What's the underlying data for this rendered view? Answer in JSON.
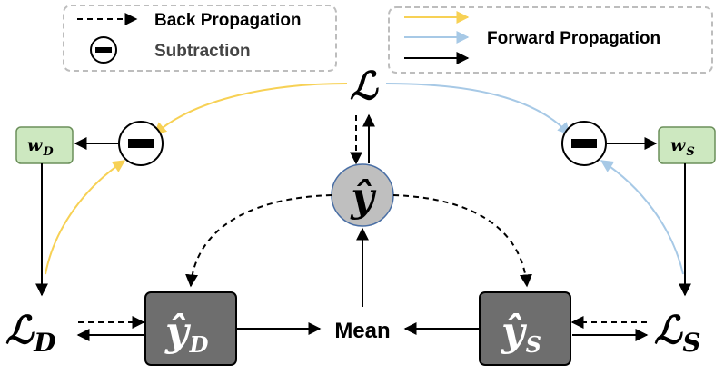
{
  "legend_left": {
    "back_label": "Back Propagation",
    "sub_label": "Subtraction"
  },
  "legend_right": {
    "forward_label": "Forward Propagation"
  },
  "nodes": {
    "loss": {
      "main": "ℒ"
    },
    "loss_d": {
      "main": "ℒ",
      "sub": "D"
    },
    "loss_s": {
      "main": "ℒ",
      "sub": "S"
    },
    "w_d": {
      "main": "w",
      "sub": "D"
    },
    "w_s": {
      "main": "w",
      "sub": "S"
    },
    "y_hat": {
      "main": "ŷ"
    },
    "y_d": {
      "main": "ŷ",
      "sub": "D"
    },
    "y_s": {
      "main": "ŷ",
      "sub": "S"
    },
    "mean": {
      "label": "Mean"
    },
    "minus_glyph": "−"
  },
  "colors": {
    "yellow": "#f7d155",
    "blue": "#a7c9e6",
    "black": "#000000",
    "green_fill": "#cde8c0",
    "green_stroke": "#6b8f5a",
    "circle_gray": "#bfbfbf",
    "circle_stroke": "#4a6fa5",
    "box_dark": "#6e6e6e",
    "legend_border": "#bdbdbd",
    "legend_text": "#444444"
  }
}
